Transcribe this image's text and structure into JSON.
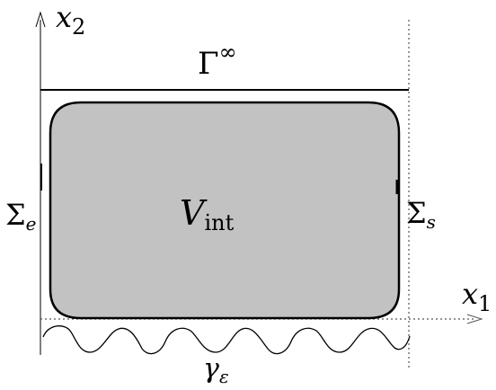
{
  "labels": {
    "x2_base": "x",
    "x2_sub": "2",
    "x1_base": "x",
    "x1_sub": "1",
    "gamma_inf_base": "Γ",
    "gamma_inf_sup": "∞",
    "sigma_e_base": "Σ",
    "sigma_e_sub": "e",
    "sigma_s_base": "Σ",
    "sigma_s_sub": "s",
    "v_int_base": "V",
    "v_int_sub": "int",
    "gamma_eps_base": "γ",
    "gamma_eps_sub": "ε"
  },
  "colors": {
    "region_fill": "#c2c2c2",
    "stroke": "#000000",
    "dotted": "#555555"
  }
}
